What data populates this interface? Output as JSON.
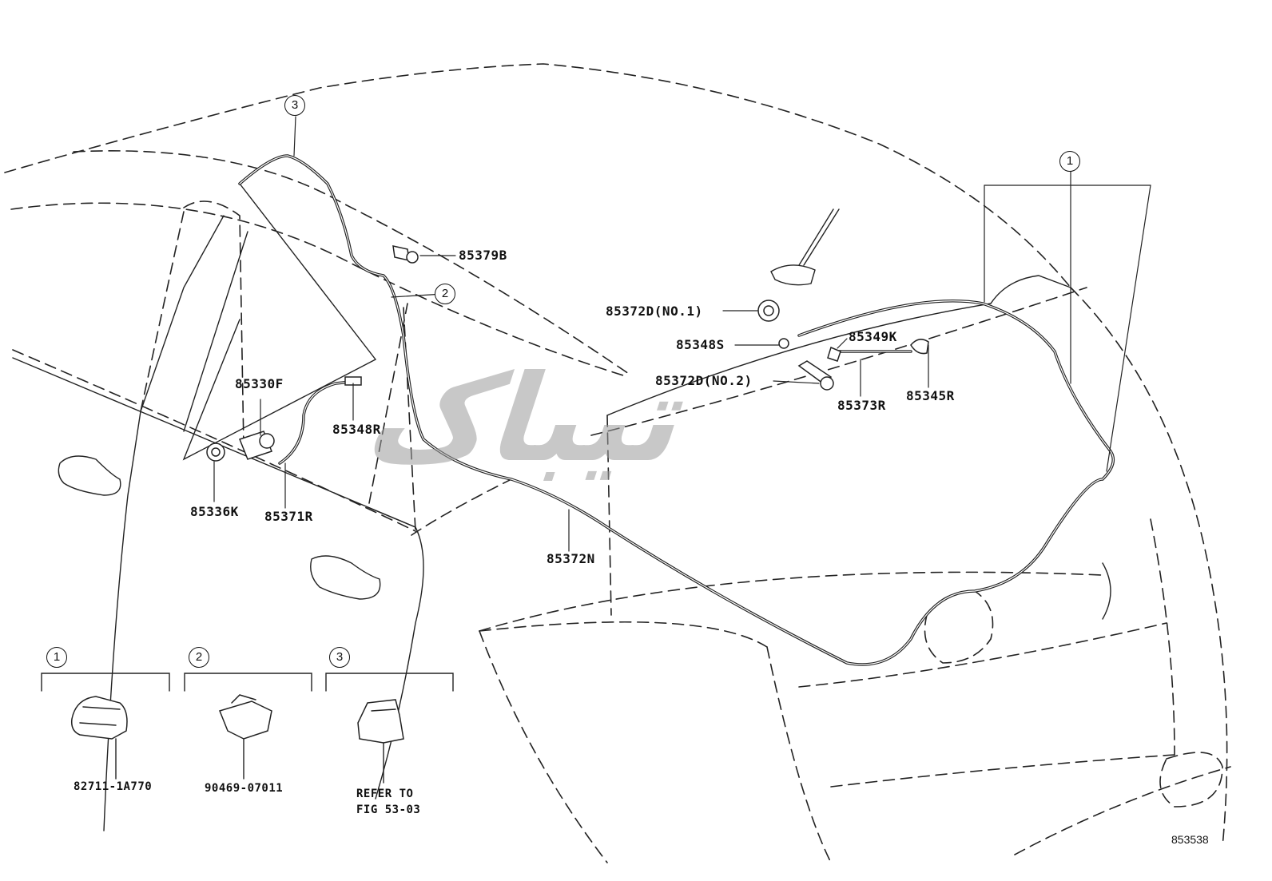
{
  "watermark": "تیباک",
  "diagram_code": "853538",
  "callouts": {
    "top_3": "3",
    "top_2": "2",
    "top_1": "1",
    "legend_1": "1",
    "legend_2": "2",
    "legend_3": "3"
  },
  "parts": {
    "p85379B": "85379B",
    "p85372D1": "85372D(NO.1)",
    "p85348S": "85348S",
    "p85349K": "85349K",
    "p85372D2": "85372D(NO.2)",
    "p85373R": "85373R",
    "p85345R": "85345R",
    "p85330F": "85330F",
    "p85348R": "85348R",
    "p85336K": "85336K",
    "p85371R": "85371R",
    "p85372N": "85372N"
  },
  "legend": {
    "clip1_part": "82711-1A770",
    "clip2_part": "90469-07011",
    "clip3_ref_line1": "REFER TO",
    "clip3_ref_line2": "FIG 53-03"
  }
}
